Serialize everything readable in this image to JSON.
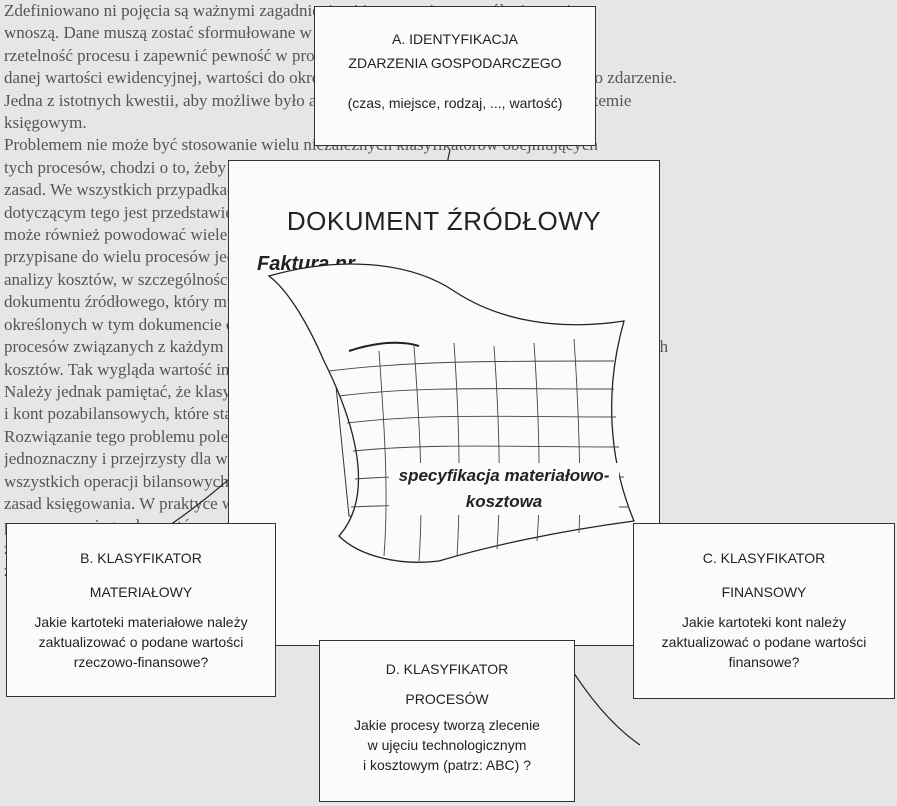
{
  "background_text": [
    "Zdefiniowano ni pojęcia są ważnymi zagadnieniami i wymagają szczególnej uwagi",
    "wnoszą. Dane muszą zostać sformułowane w taki sposób, aby można było zbadać",
    "rzetelność procesu i zapewnić pewność w procesie zlecenia i przypisania",
    "danej wartości ewidencyjnej, wartości do okresu sprawozdawczego, w którym nastąpiło zdarzenie.",
    "Jedna z istotnych kwestii, aby możliwe było automatyczne ujęcie tego zdarzenia w systemie",
    "księgowym.",
    "Problemem nie może być stosowanie wielu niezależnych klasyfikatorów obejmujących",
    "tych procesów, chodzi o to, żeby zasada ewidencyjna przestrzegała konsekwentnie",
    "zasad. We wszystkich przypadkach można przyjąć, że zasadniczym problemem",
    "dotyczącym tego jest przedstawienie procesów według procesu kontrolno-zleceń. Transakcja",
    "może również powodować wiele różnych ujęć kosztów, jednak ze zlecenie może być",
    "przypisane do wielu procesów jednocześnie. W ten sposób tworzone są potrzeby dodatkowej",
    "analizy kosztów, w szczególności w zakresie kosztów pośrednich. Istnieje miejsce dla",
    "dokumentu źródłowego, który musi zostać przypisany do odpowiednich kont i wartości",
    "określonych w tym dokumencie oraz z podziałem na rodzaje wydatków. Maksymalna struktura",
    "procesów związanych z każdym z tych zleceń może być skuteczna w przypisaniu do konkretnych",
    "kosztów. Tak wygląda wartość informacji, mimo że są zawarte w dokumencie źródłowym.",
    "Należy jednak pamiętać, że klasyfikacja procesów jest istotna dla zarządzania procesowego",
    "i kont pozabilansowych, które stanowią podstawę do obliczeń przypisanych wartości.",
    "Rozwiązanie tego problemu polega na tym, że klasyfikacja jest możliwa w sposób",
    "jednoznaczny i przejrzysty dla wszystkich użytkowników, co pozwala na rzetelne",
    "wszystkich operacji bilansowych i pozabilansowych, w szczególności przyjęcie klasyfikacji i",
    "zasad księgowania. W praktyce wymaga to dokładnego rozpoznania specyfikacji",
    "procesu oraz jego elementów, w sposób umożliwiający identyfikację. Dla każdego",
    "zdarzenia danych należy tworzyć odpowiednie dokumenty źródłowe, umożliwiające rejestrowanie",
    "zdarzeń zgodnie z ogólnymi zasadami rachunkowości i zarządzania procesami."
  ],
  "main_document": {
    "title": "DOKUMENT ŹRÓDŁOWY",
    "invoice_label": "Faktura nr ...",
    "spec_line1": "specyfikacja",
    "spec_line2": "materiałowo-kosztowa"
  },
  "box_a": {
    "line1": "A. IDENTYFIKACJA",
    "line2": "ZDARZENIA GOSPODARCZEGO",
    "line3": "(czas, miejsce, rodzaj, ..., wartość)"
  },
  "box_b": {
    "line1": "B. KLASYFIKATOR",
    "line2": "MATERIAŁOWY",
    "line3": "Jakie kartoteki materiałowe należy",
    "line4": "zaktualizować o podane wartości",
    "line5": "rzeczowo-finansowe?"
  },
  "box_c": {
    "line1": "C. KLASYFIKATOR",
    "line2": "FINANSOWY",
    "line3": "Jakie kartoteki kont należy",
    "line4": "zaktualizować o podane wartości",
    "line5": "finansowe?"
  },
  "box_d": {
    "line1": "D. KLASYFIKATOR",
    "line2": "PROCESÓW",
    "line3": "Jakie procesy tworzą zlecenie",
    "line4": "w ujęciu technologicznym",
    "line5": "i kosztowym (patrz: ABC) ?"
  }
}
